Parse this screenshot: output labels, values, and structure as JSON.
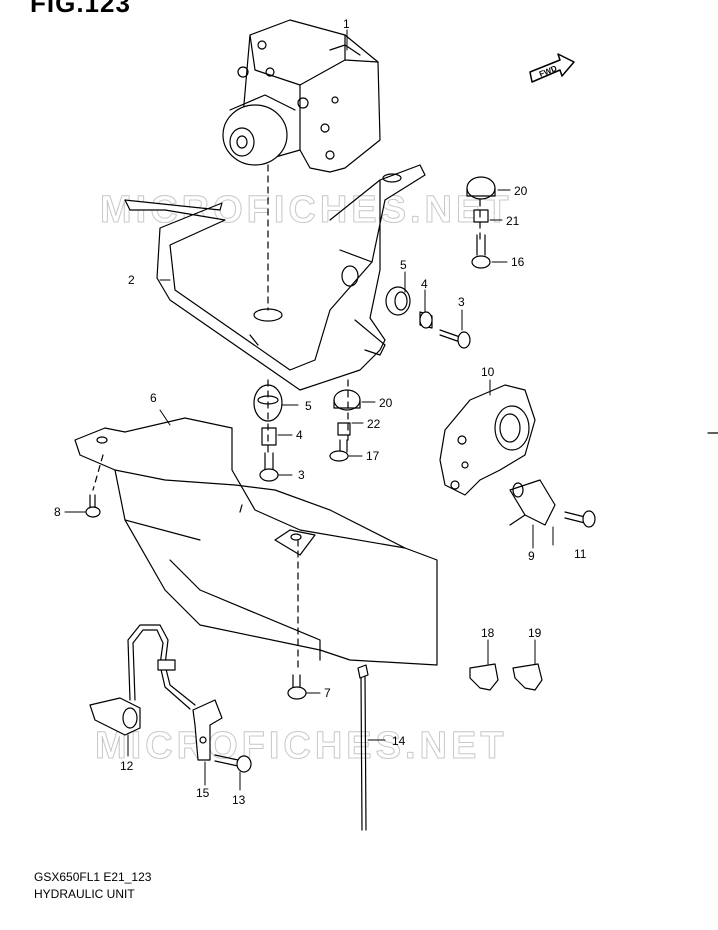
{
  "figure": {
    "title": "FIG.123"
  },
  "footer": {
    "code": "GSX650FL1 E21_123",
    "name": "HYDRAULIC UNIT"
  },
  "watermark": "MICROFICHES.NET",
  "fwd_label": "FWD",
  "callouts": [
    {
      "id": "c1",
      "label": "1"
    },
    {
      "id": "c2",
      "label": "2"
    },
    {
      "id": "c3a",
      "label": "3"
    },
    {
      "id": "c3b",
      "label": "3"
    },
    {
      "id": "c4a",
      "label": "4"
    },
    {
      "id": "c4b",
      "label": "4"
    },
    {
      "id": "c5a",
      "label": "5"
    },
    {
      "id": "c5b",
      "label": "5"
    },
    {
      "id": "c6",
      "label": "6"
    },
    {
      "id": "c7",
      "label": "7"
    },
    {
      "id": "c8",
      "label": "8"
    },
    {
      "id": "c9",
      "label": "9"
    },
    {
      "id": "c10",
      "label": "10"
    },
    {
      "id": "c11",
      "label": "11"
    },
    {
      "id": "c12",
      "label": "12"
    },
    {
      "id": "c13",
      "label": "13"
    },
    {
      "id": "c14",
      "label": "14"
    },
    {
      "id": "c15",
      "label": "15"
    },
    {
      "id": "c16",
      "label": "16"
    },
    {
      "id": "c17",
      "label": "17"
    },
    {
      "id": "c18",
      "label": "18"
    },
    {
      "id": "c19",
      "label": "19"
    },
    {
      "id": "c20a",
      "label": "20"
    },
    {
      "id": "c20b",
      "label": "20"
    },
    {
      "id": "c21",
      "label": "21"
    },
    {
      "id": "c22",
      "label": "22"
    }
  ]
}
